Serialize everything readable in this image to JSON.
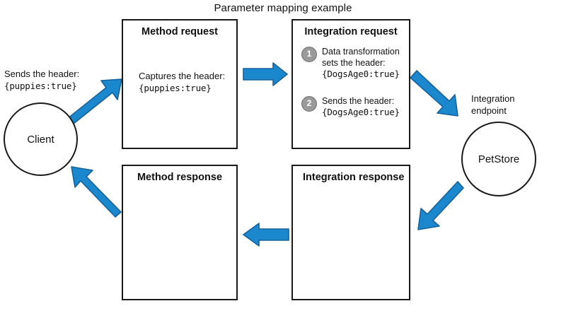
{
  "diagram": {
    "title": "Parameter mapping example",
    "colors": {
      "arrow_fill": "#1b87cc",
      "arrow_stroke": "#17629c",
      "node_border": "#1a1a1a",
      "badge_fill": "#9a9a9a",
      "badge_border": "#6f6f6f",
      "background": "#ffffff",
      "text": "#111111"
    },
    "client": {
      "label": "Client",
      "note_line_1": "Sends the header:",
      "note_line_2": "{puppies:true}"
    },
    "endpoint": {
      "caption_line_1": "Integration",
      "caption_line_2": "endpoint",
      "label": "PetStore"
    },
    "boxes": {
      "method_request": {
        "title": "Method request",
        "body_line_1": "Captures the header:",
        "body_line_2": "{puppies:true}"
      },
      "integration_request": {
        "title": "Integration request",
        "steps": [
          {
            "number": "1",
            "line_1": "Data transformation",
            "line_2": "sets the header:",
            "line_3": "{DogsAge0:true}"
          },
          {
            "number": "2",
            "line_1": "Sends the header:",
            "line_2": "{DogsAge0:true}"
          }
        ]
      },
      "method_response": {
        "title": "Method response"
      },
      "integration_response": {
        "title": "Integration response"
      }
    },
    "arrows": [
      {
        "name": "client-to-method-request",
        "direction": "up-right"
      },
      {
        "name": "method-request-to-integration-request",
        "direction": "right"
      },
      {
        "name": "integration-request-to-petstore",
        "direction": "down-right"
      },
      {
        "name": "petstore-to-integration-response",
        "direction": "down-left"
      },
      {
        "name": "integration-response-to-method-response",
        "direction": "left"
      },
      {
        "name": "method-response-to-client",
        "direction": "up-left"
      }
    ]
  }
}
